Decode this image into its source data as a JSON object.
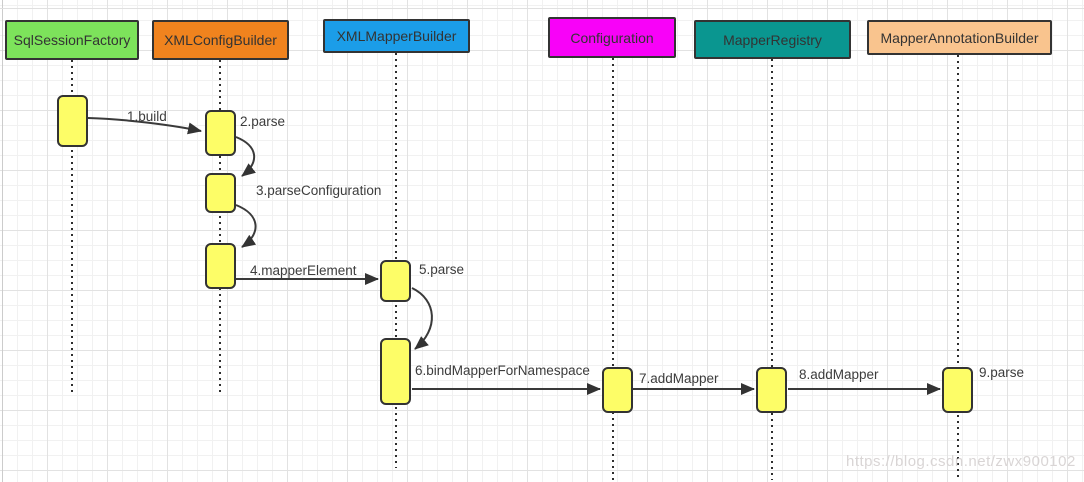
{
  "diagram": {
    "participants": [
      {
        "label": "SqlSessionFactory",
        "fill": "#7DE35B"
      },
      {
        "label": "XMLConfigBuilder",
        "fill": "#F0831E"
      },
      {
        "label": "XMLMapperBuilder",
        "fill": "#1B9DE8"
      },
      {
        "label": "Configuration",
        "fill": "#F802F8"
      },
      {
        "label": "MapperRegistry",
        "fill": "#0A9690"
      },
      {
        "label": "MapperAnnotationBuilder",
        "fill": "#F9C48E"
      }
    ],
    "messages": [
      {
        "label": "1.build"
      },
      {
        "label": "2.parse"
      },
      {
        "label": "3.parseConfiguration"
      },
      {
        "label": "4.mapperElement"
      },
      {
        "label": "5.parse"
      },
      {
        "label": "6.bindMapperForNamespace"
      },
      {
        "label": "7.addMapper"
      },
      {
        "label": "8.addMapper"
      },
      {
        "label": "9.parse"
      }
    ],
    "activation_fill": "#FDFD67",
    "line_color": "#333333",
    "watermark": "https://blog.csdn.net/zwx900102"
  }
}
